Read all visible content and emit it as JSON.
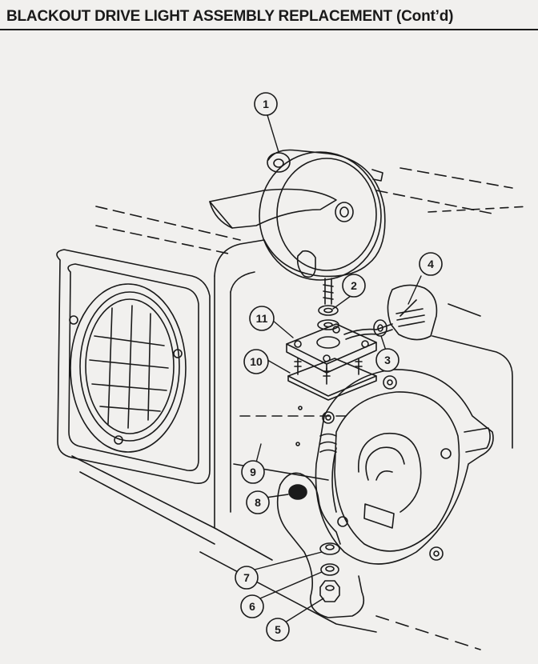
{
  "header": {
    "title": "BLACKOUT DRIVE LIGHT ASSEMBLY REPLACEMENT (Cont’d)"
  },
  "callouts": [
    {
      "id": "1",
      "label": "1"
    },
    {
      "id": "2",
      "label": "2"
    },
    {
      "id": "3",
      "label": "3"
    },
    {
      "id": "4",
      "label": "4"
    },
    {
      "id": "5",
      "label": "5"
    },
    {
      "id": "6",
      "label": "6"
    },
    {
      "id": "7",
      "label": "7"
    },
    {
      "id": "8",
      "label": "8"
    },
    {
      "id": "9",
      "label": "9"
    },
    {
      "id": "10",
      "label": "10"
    },
    {
      "id": "11",
      "label": "11"
    }
  ],
  "colors": {
    "ink": "#1a1a1a",
    "paper": "#f1f0ee"
  }
}
